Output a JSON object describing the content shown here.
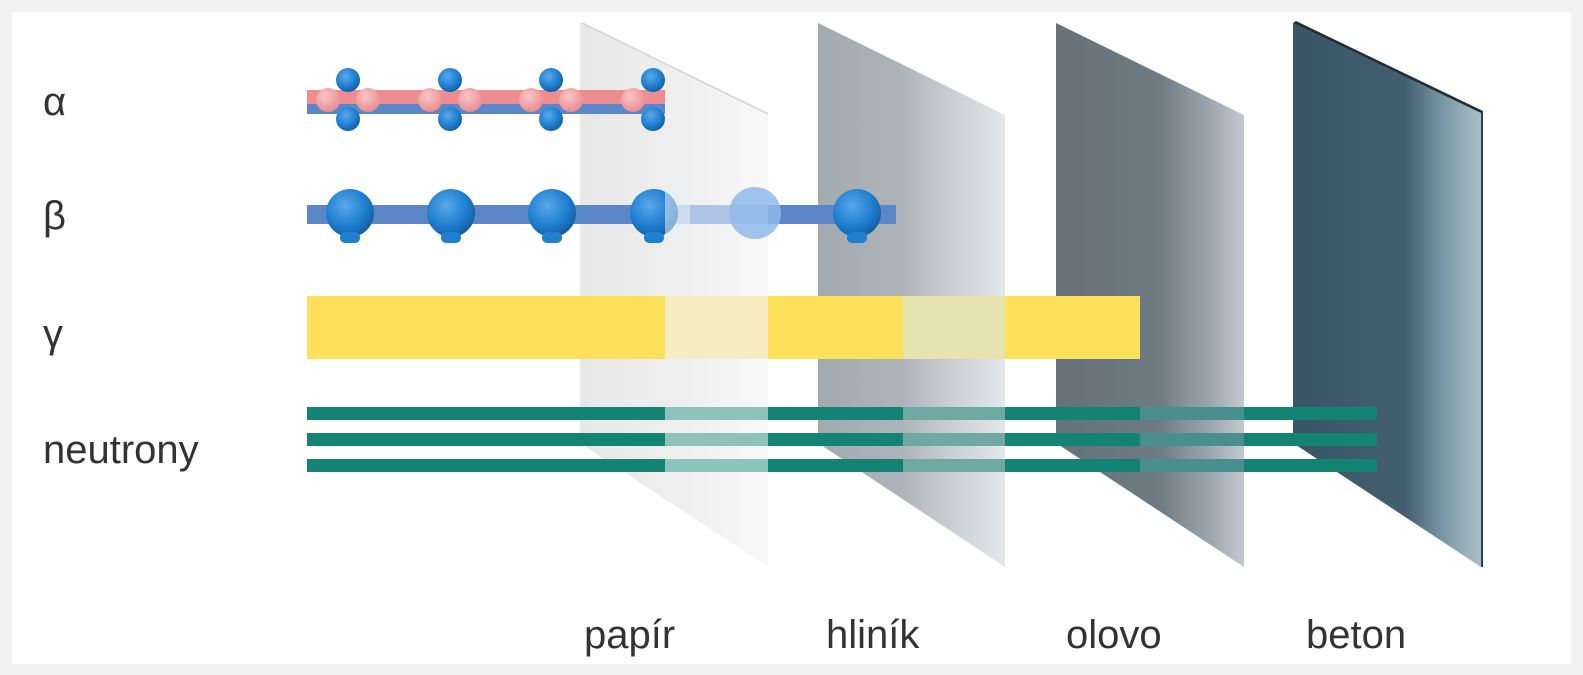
{
  "radiation_labels": {
    "alpha": "α",
    "beta": "β",
    "gamma": "γ",
    "neutrons": "neutrony"
  },
  "barrier_labels": {
    "paper": "papír",
    "aluminium": "hliník",
    "lead": "olovo",
    "concrete": "beton"
  },
  "colors": {
    "alpha_beam": "#ee8d8f",
    "beta_beam": "#5b86c7",
    "particle": "#1f7fd1",
    "gamma": "#fde05c",
    "neutron": "#138473",
    "paper": "#ebebeb",
    "aluminium": "#9fa6ad",
    "lead": "#68737a",
    "concrete": "#3d5868"
  }
}
